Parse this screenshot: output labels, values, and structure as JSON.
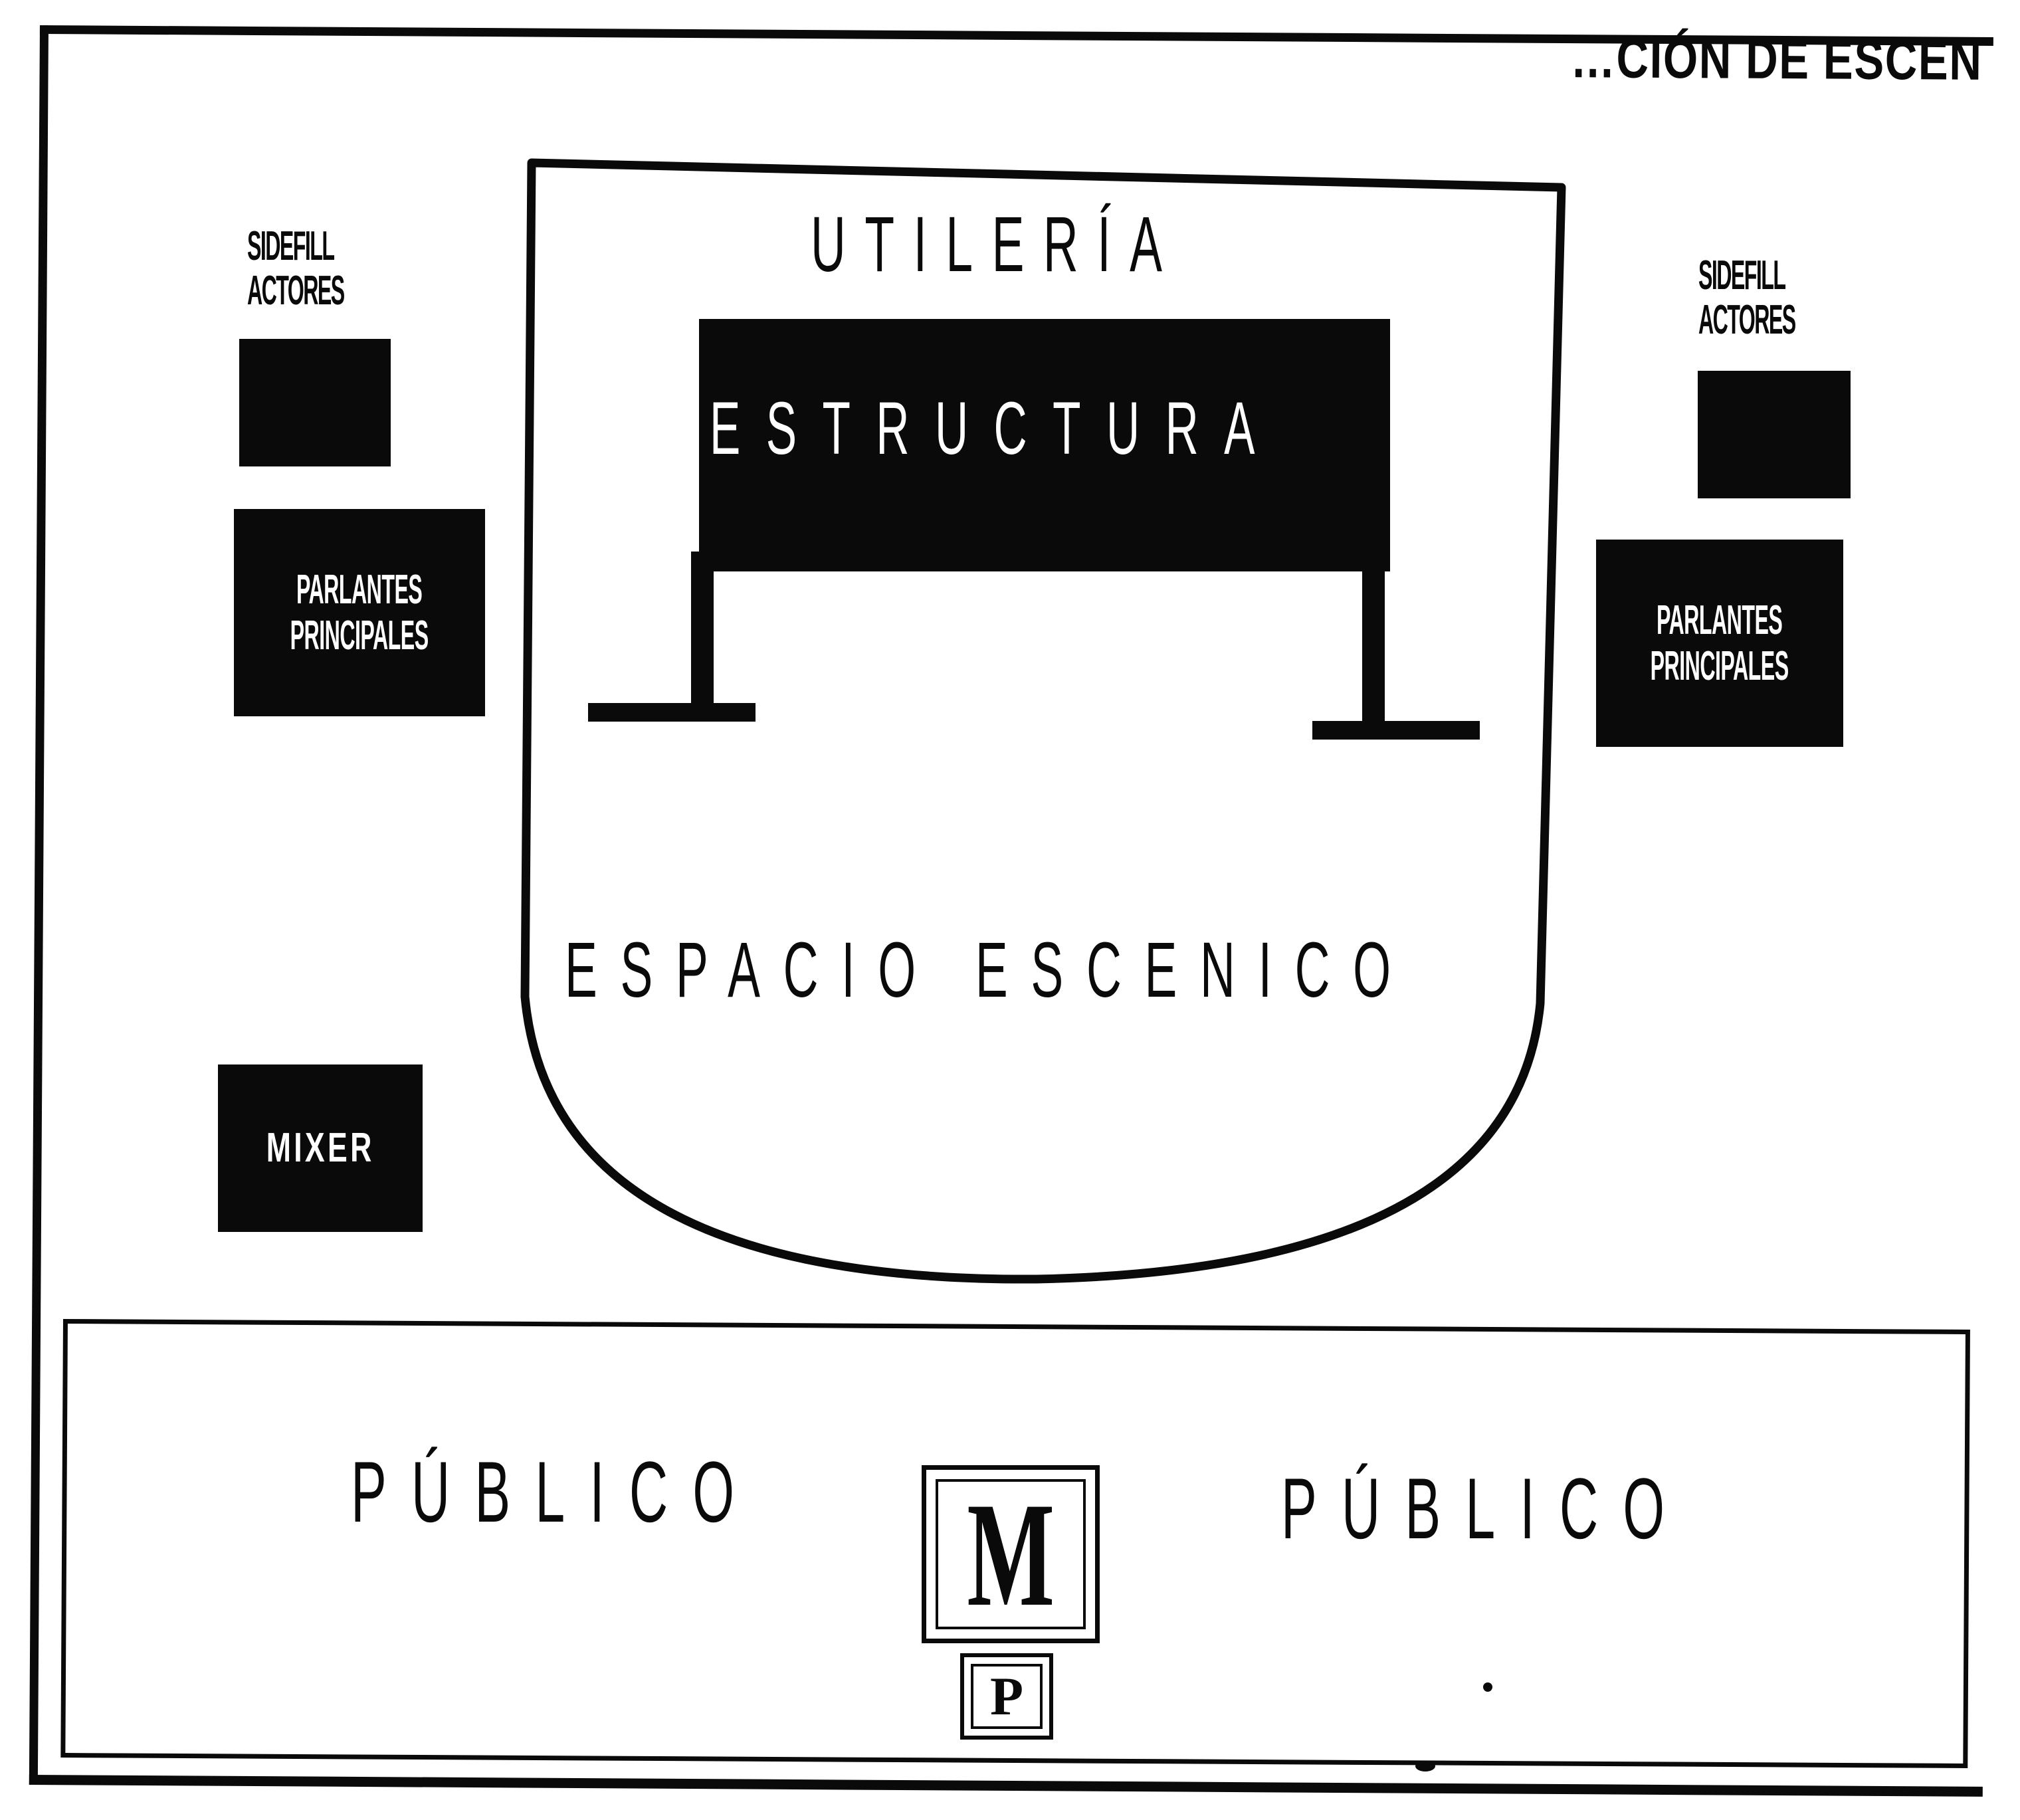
{
  "header": {
    "fragment": "…CIÓN DE ESCEN"
  },
  "stage": {
    "utileria": "UTILERÍA",
    "estructura": "ESTRUCTURA",
    "espacio": "ESPACIO ESCENICO"
  },
  "left": {
    "sidefill": [
      "SIDEFILL",
      "ACTORES"
    ],
    "parlantes": [
      "PARLANTES",
      "PRINCIPALES"
    ],
    "mixer": "MIXER"
  },
  "right": {
    "sidefill": [
      "SIDEFILL",
      "ACTORES"
    ],
    "parlantes": [
      "PARLANTES",
      "PRINCIPALES"
    ]
  },
  "audience": {
    "left": "PÚBLICO",
    "right": "PÚBLICO",
    "m_label": "M",
    "p_label": "P"
  },
  "colors": {
    "ink": "#0a0a0a",
    "paper": "#ffffff"
  }
}
